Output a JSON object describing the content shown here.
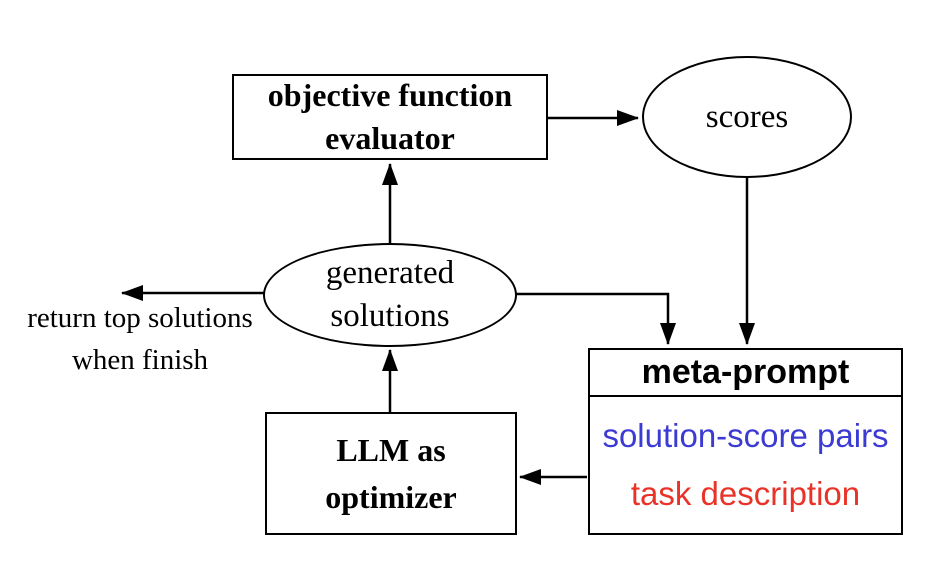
{
  "diagram": {
    "background": "#ffffff",
    "line_color": "#000000",
    "nodes": {
      "objective_evaluator": {
        "lines": [
          "objective function",
          "evaluator"
        ]
      },
      "scores": {
        "label": "scores"
      },
      "generated_solutions": {
        "lines": [
          "generated",
          "solutions"
        ]
      },
      "llm_optimizer": {
        "lines": [
          "LLM as",
          "optimizer"
        ]
      },
      "meta_prompt": {
        "title": "meta-prompt",
        "items": [
          {
            "label": "solution-score pairs",
            "color": "#3b3bd3"
          },
          {
            "label": "task description",
            "color": "#ea3328"
          }
        ]
      }
    },
    "annotations": {
      "return_note": {
        "lines": [
          "return top solutions",
          "when finish"
        ]
      }
    }
  }
}
